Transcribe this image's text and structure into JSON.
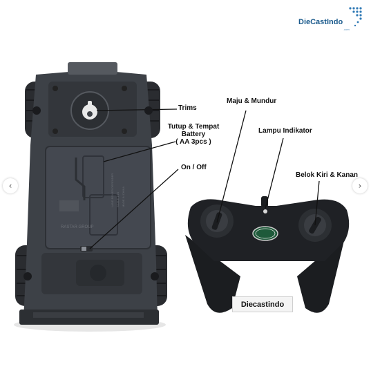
{
  "brand": {
    "logo_text": "DieCastIndo",
    "logo_sub": ".com"
  },
  "callouts": {
    "trims": "Trims",
    "battery_line1": "Tutup & Tempat",
    "battery_line2": "Battery",
    "battery_line3": "( AA 3pcs )",
    "on_off": "On / Off",
    "forward_back": "Maju & Mundur",
    "light_indicator": "Lampu Indikator",
    "turn": "Belok Kiri & Kanan"
  },
  "product_label": "Diecastindo",
  "nav": {
    "prev_icon": "chevron-left-icon",
    "next_icon": "chevron-right-icon"
  },
  "colors": {
    "car_body": "#3d4147",
    "remote_body": "#1b1d20",
    "logo": "#1a5a8c"
  }
}
